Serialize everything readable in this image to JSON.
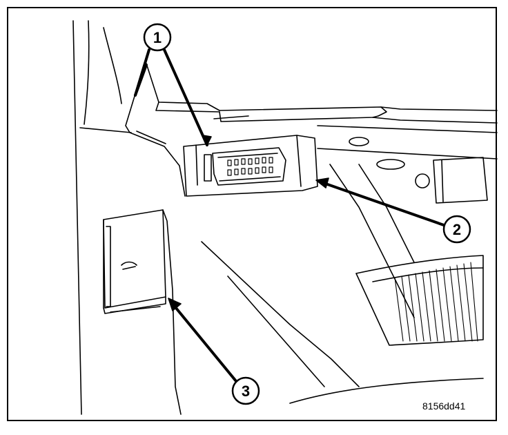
{
  "figure": {
    "id_text": "8156dd41"
  },
  "callouts": [
    {
      "label": "1"
    },
    {
      "label": "2"
    },
    {
      "label": "3"
    }
  ]
}
